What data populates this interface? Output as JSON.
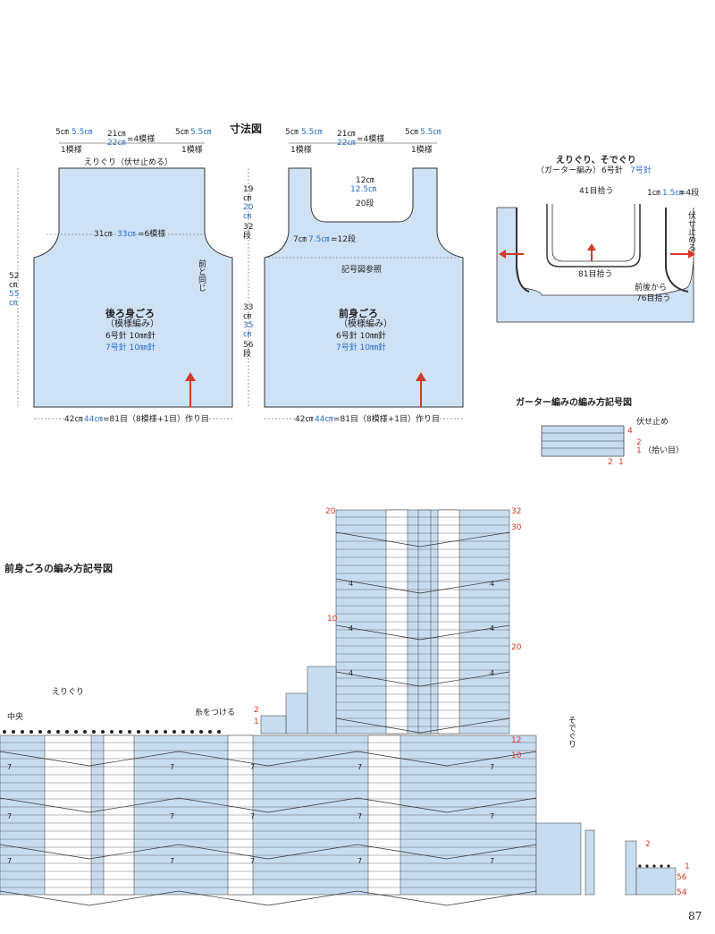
{
  "dimension_title": "寸法図",
  "back": {
    "shoulder_left_a": "5㎝",
    "shoulder_left_b": "5.5㎝",
    "shoulder_left_c": "1模様",
    "neck_a": "21㎝",
    "neck_b": "22㎝",
    "neck_c": "=4模様",
    "shoulder_right_a": "5㎝",
    "shoulder_right_b": "5.5㎝",
    "shoulder_right_c": "1模様",
    "neck_note": "えりぐり（伏せ止める）",
    "chest_a": "31㎝",
    "chest_b": "33㎝",
    "chest_c": "=6模様",
    "same_as_front": "前と同じ",
    "height_a": "52",
    "height_b": "㎝",
    "height_c": "55",
    "height_d": "㎝",
    "name": "後ろ身ごろ",
    "pattern": "（模様編み）",
    "needle1": "6号針 10㎜針",
    "needle2": "7号針 10㎜針",
    "hem_a": "42㎝",
    "hem_b": "44㎝",
    "hem_c": "=81目（8模様+1目）作り目"
  },
  "front": {
    "shoulder_left_a": "5㎝",
    "shoulder_left_b": "5.5㎝",
    "shoulder_left_c": "1模様",
    "neck_a": "21㎝",
    "neck_b": "22㎝",
    "neck_c": "=4模様",
    "shoulder_right_a": "5㎝",
    "shoulder_right_b": "5.5㎝",
    "shoulder_right_c": "1模様",
    "neck_depth_a": "12㎝",
    "neck_depth_b": "12.5㎝",
    "neck_depth_c": "20段",
    "arm_a": "19",
    "arm_b": "㎝",
    "arm_c": "20",
    "arm_d": "㎝",
    "arm_e": "32",
    "arm_f": "段",
    "armhole_a": "7㎝",
    "armhole_b": "7.5㎝",
    "armhole_c": "=12段",
    "chart_ref": "記号図参照",
    "body_a": "33",
    "body_b": "㎝",
    "body_c": "35",
    "body_d": "㎝",
    "body_e": "56",
    "body_f": "段",
    "name": "前身ごろ",
    "pattern": "（模様編み）",
    "needle1": "6号針 10㎜針",
    "needle2": "7号針 10㎜針",
    "hem_a": "42㎝",
    "hem_b": "44㎝",
    "hem_c": "=81目（8模様+1目）作り目"
  },
  "edging": {
    "title": "えりぐり、そでぐり",
    "sub_a": "（ガーター編み）",
    "sub_b": "6号針",
    "sub_c": "7号針",
    "pick41": "41目拾う",
    "width_a": "1㎝",
    "width_b": "1.5㎝",
    "width_c": "=4段",
    "bind": "伏せ止める",
    "pick81": "81目拾う",
    "pick76_a": "前後から",
    "pick76_b": "76目拾う"
  },
  "garter": {
    "title": "ガーター編みの編み方記号図",
    "bind": "伏せ止め",
    "pick": "（拾い目）",
    "rows": [
      "4",
      "2",
      "1"
    ],
    "cols": [
      "2",
      "1"
    ]
  },
  "front_chart": {
    "title": "前身ごろの編み方記号図",
    "neck_label": "えりぐり",
    "center_label": "中央",
    "attach_label": "糸をつける",
    "arm_label": "そでぐり",
    "row_nums_right": [
      "32",
      "30",
      "20",
      "12",
      "10",
      "2",
      "1",
      "56",
      "54"
    ],
    "row_nums_left": [
      "20",
      "10",
      "2",
      "1"
    ],
    "cable_upper": "4",
    "cable_lower": "7"
  },
  "page_number": "87"
}
